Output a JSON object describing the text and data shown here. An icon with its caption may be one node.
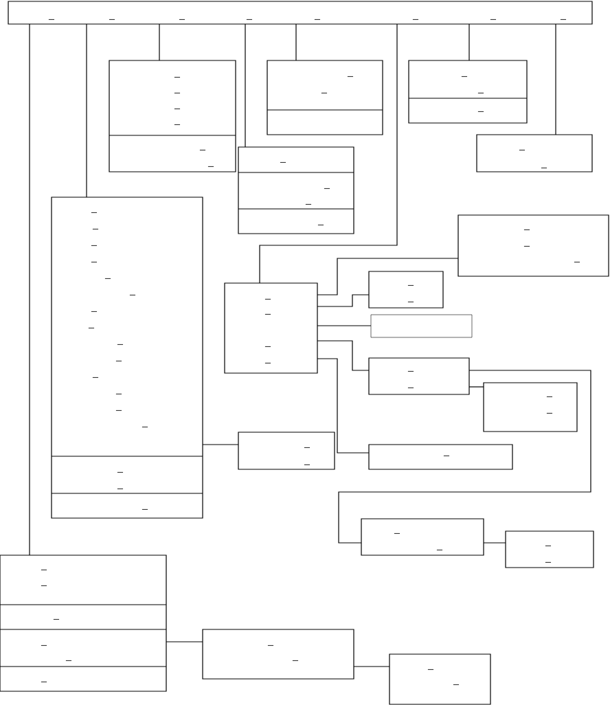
{
  "diagram": {
    "nodes": [
      {
        "text": [
          "_",
          "_",
          "_",
          "_",
          "_",
          "_",
          "_",
          "_"
        ]
      },
      {
        "text": [
          "_",
          "_",
          "_",
          "_",
          "_",
          "_"
        ]
      },
      {
        "text": [
          "_",
          "_"
        ]
      },
      {
        "text": [
          "_",
          "_",
          "_"
        ]
      },
      {
        "text": [
          "_",
          "_"
        ]
      },
      {
        "text": [
          "_",
          "_",
          "_",
          "_"
        ]
      },
      {
        "text": [
          "_",
          "_",
          "_",
          "_",
          "_",
          "_",
          "_",
          "_",
          "_",
          "_",
          "_",
          "_",
          "_",
          "_",
          "_",
          "_",
          "_"
        ]
      },
      {
        "text": [
          "_",
          "_"
        ]
      },
      {
        "text": [
          "_",
          "_",
          "_",
          "_"
        ]
      },
      {
        "text": [
          "_",
          "_",
          "_"
        ]
      },
      {
        "text": [
          "_",
          "_"
        ]
      },
      {
        "text": [],
        "shape": "box"
      },
      {
        "text": [
          "_",
          "_"
        ]
      },
      {
        "text": [
          "_",
          "_"
        ]
      },
      {
        "text": [
          "_"
        ]
      },
      {
        "text": [
          "_",
          "_"
        ]
      },
      {
        "text": [
          "_",
          "_"
        ]
      },
      {
        "text": [
          "_",
          "_",
          "_",
          "_",
          "_",
          "_"
        ]
      },
      {
        "text": [
          "_",
          "_"
        ]
      },
      {
        "text": [
          "_",
          "_"
        ]
      }
    ],
    "edges": [
      {
        "from": 0,
        "to": 17,
        "arrow": "none"
      },
      {
        "from": 0,
        "to": 6,
        "arrow": "none"
      },
      {
        "from": 0,
        "to": 1,
        "arrow": "none"
      },
      {
        "from": 0,
        "to": 5,
        "arrow": "none"
      },
      {
        "from": 0,
        "to": 2,
        "arrow": "none"
      },
      {
        "from": 0,
        "to": 8,
        "arrow": "none"
      },
      {
        "from": 0,
        "to": 3,
        "arrow": "none"
      },
      {
        "from": 0,
        "to": 4,
        "arrow": "none"
      },
      {
        "from": 6,
        "to": 7,
        "arrow": "none"
      },
      {
        "from": 8,
        "to": 9,
        "arrow": "none"
      },
      {
        "from": 8,
        "to": 10,
        "arrow": "none"
      },
      {
        "from": 8,
        "to": 11,
        "arrow": "none"
      },
      {
        "from": 8,
        "to": 12,
        "arrow": "none"
      },
      {
        "from": 8,
        "to": 14,
        "arrow": "none"
      },
      {
        "from": 12,
        "to": 15,
        "arrow": "none"
      },
      {
        "from": 12,
        "to": 13,
        "arrow": "none"
      },
      {
        "from": 15,
        "to": 16,
        "arrow": "none"
      },
      {
        "from": 17,
        "to": 18,
        "arrow": "none"
      },
      {
        "from": 18,
        "to": 19,
        "arrow": "none"
      }
    ]
  }
}
